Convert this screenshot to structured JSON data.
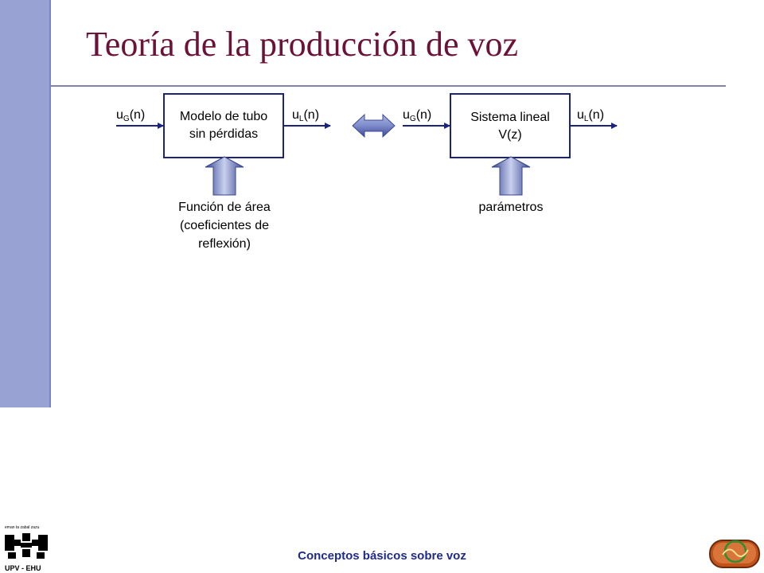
{
  "slide": {
    "title": "Teoría de la producción de voz",
    "footer": "Conceptos básicos sobre voz"
  },
  "diagram": {
    "block1": {
      "input": {
        "base": "u",
        "sub": "G",
        "arg": "(n)"
      },
      "text_lines": [
        "Modelo de tubo",
        "sin pérdidas"
      ],
      "output": {
        "base": "u",
        "sub": "L",
        "arg": "(n)"
      },
      "control_lines": [
        "Función de área",
        "(coeficientes de",
        "reflexión)"
      ]
    },
    "block2": {
      "input": {
        "base": "u",
        "sub": "G",
        "arg": "(n)"
      },
      "text_lines": [
        "Sistema lineal",
        "V(z)"
      ],
      "output": {
        "base": "u",
        "sub": "L",
        "arg": "(n)"
      },
      "control_lines": [
        "parámetros"
      ]
    }
  },
  "logos": {
    "left": {
      "motto": "eman ta zabal zazu",
      "name": "UPV - EHU"
    }
  },
  "colors": {
    "title": "#6b1238",
    "sidebar": "#98a3d3",
    "line": "#1a237e",
    "footer": "#1f2a8c"
  }
}
